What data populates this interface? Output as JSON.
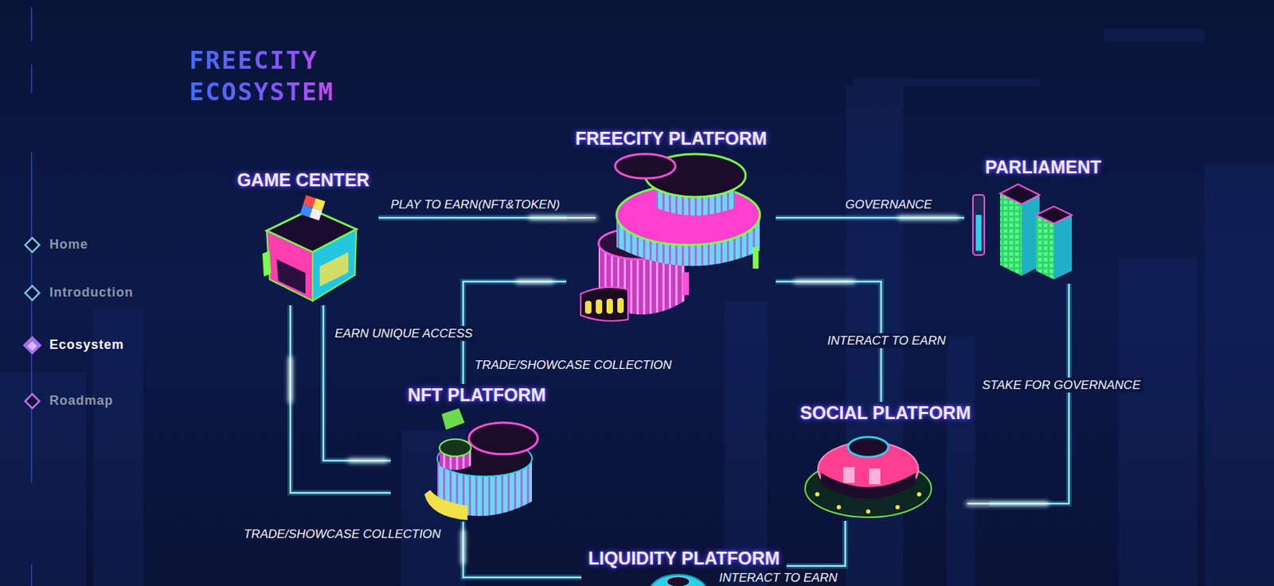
{
  "diagram": {
    "title": "FREECITY ECOSYSTEM",
    "nodes": [
      {
        "text": [
          "GAME CENTER"
        ]
      },
      {
        "text": [
          "FREECITY PLATFORM"
        ]
      },
      {
        "text": [
          "PARLIAMENT"
        ]
      },
      {
        "text": [
          "NFT PLATFORM"
        ]
      },
      {
        "text": [
          "SOCIAL PLATFORM"
        ]
      },
      {
        "text": [
          "LIQUIDITY PLATFORM"
        ]
      }
    ],
    "edges": [
      {
        "from": 0,
        "to": 1,
        "label": "PLAY TO EARN(NFT&TOKEN)",
        "arrow": "none"
      },
      {
        "from": 1,
        "to": 2,
        "label": "GOVERNANCE",
        "arrow": "none"
      },
      {
        "from": 0,
        "to": 3,
        "label": "EARN UNIQUE ACCESS",
        "arrow": "none"
      },
      {
        "from": 0,
        "to": 3,
        "label": "TRADE/SHOWCASE COLLECTION",
        "arrow": "none"
      },
      {
        "from": 1,
        "to": 3,
        "label": "TRADE/SHOWCASE COLLECTION",
        "arrow": "none"
      },
      {
        "from": 1,
        "to": 4,
        "label": "INTERACT TO EARN",
        "arrow": "none"
      },
      {
        "from": 4,
        "to": 2,
        "label": "STAKE FOR GOVERNANCE",
        "arrow": "none"
      },
      {
        "from": 3,
        "to": 5,
        "arrow": "none"
      },
      {
        "from": 4,
        "to": 5,
        "label": "INTERACT TO EARN",
        "arrow": "none"
      }
    ],
    "labels": [
      "Home",
      "Introduction",
      "Ecosystem",
      "Roadmap"
    ]
  }
}
